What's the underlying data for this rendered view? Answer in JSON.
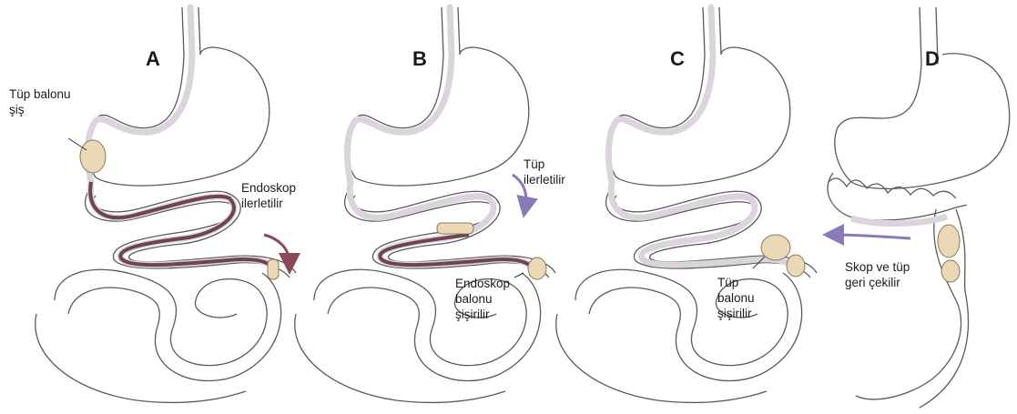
{
  "panels": [
    {
      "letter": "A",
      "labels": [
        "Tüp balonu\nşiş",
        "Endoskop\nilerletilir"
      ]
    },
    {
      "letter": "B",
      "labels": [
        "Tüp\nilerletilir",
        "Endoskop\nbalonu\nşişirilir"
      ]
    },
    {
      "letter": "C",
      "labels": [
        "Tüp\nbalonu\nşişirilir"
      ]
    },
    {
      "letter": "D",
      "labels": [
        "Skop ve tüp\ngeri çekilir"
      ]
    }
  ],
  "colors": {
    "outline": "#5a5a5a",
    "tube": "#dcd4dc",
    "scope": "#6e4450",
    "balloon": "#ead8b6",
    "arrow": "#8a7ab8",
    "arrow_a": "#8a4a55"
  }
}
